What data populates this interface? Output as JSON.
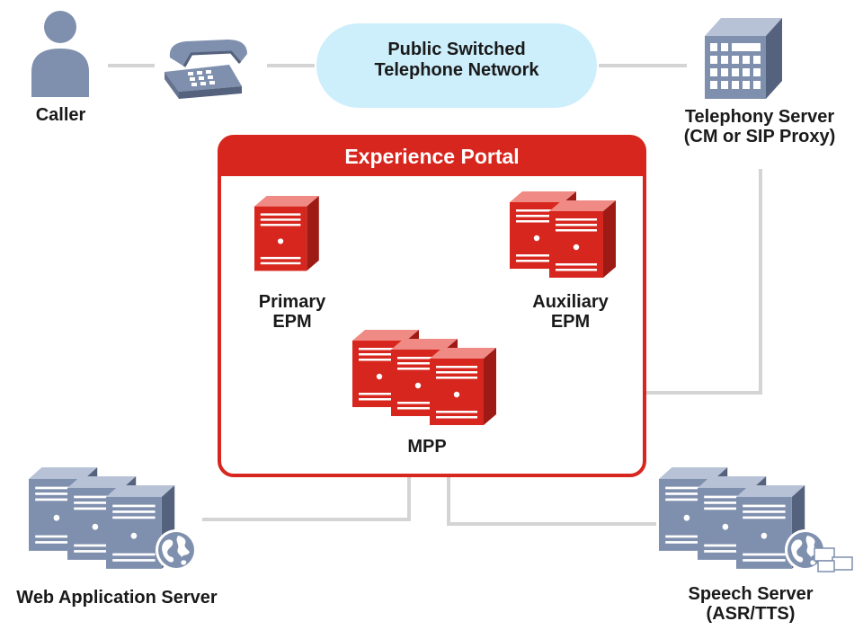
{
  "colors": {
    "portal_red": "#d7261e",
    "server_gray": "#7f8fae",
    "cloud_blue": "#cdeefb",
    "connector_gray": "#d4d4d4"
  },
  "nodes": {
    "caller": {
      "label": "Caller",
      "icon": "person-icon"
    },
    "telephone": {
      "icon": "telephone-icon"
    },
    "pstn": {
      "line1": "Public Switched",
      "line2": "Telephone Network",
      "icon": "cloud-shape"
    },
    "telephony_server": {
      "line1": "Telephony Server",
      "line2": "(CM or SIP Proxy)",
      "icon": "pbx-server-icon"
    },
    "experience_portal": {
      "title": "Experience Portal"
    },
    "primary_epm": {
      "line1": "Primary",
      "line2": "EPM",
      "icon": "server-icon"
    },
    "auxiliary_epm": {
      "line1": "Auxiliary",
      "line2": "EPM",
      "icon": "server-pair-icon"
    },
    "mpp": {
      "label": "MPP",
      "icon": "server-trio-icon"
    },
    "web_app_server": {
      "label": "Web Application Server",
      "icon": "server-trio-globe-icon"
    },
    "speech_server": {
      "line1": "Speech Server",
      "line2": "(ASR/TTS)",
      "icon": "server-trio-globe-icon"
    }
  }
}
